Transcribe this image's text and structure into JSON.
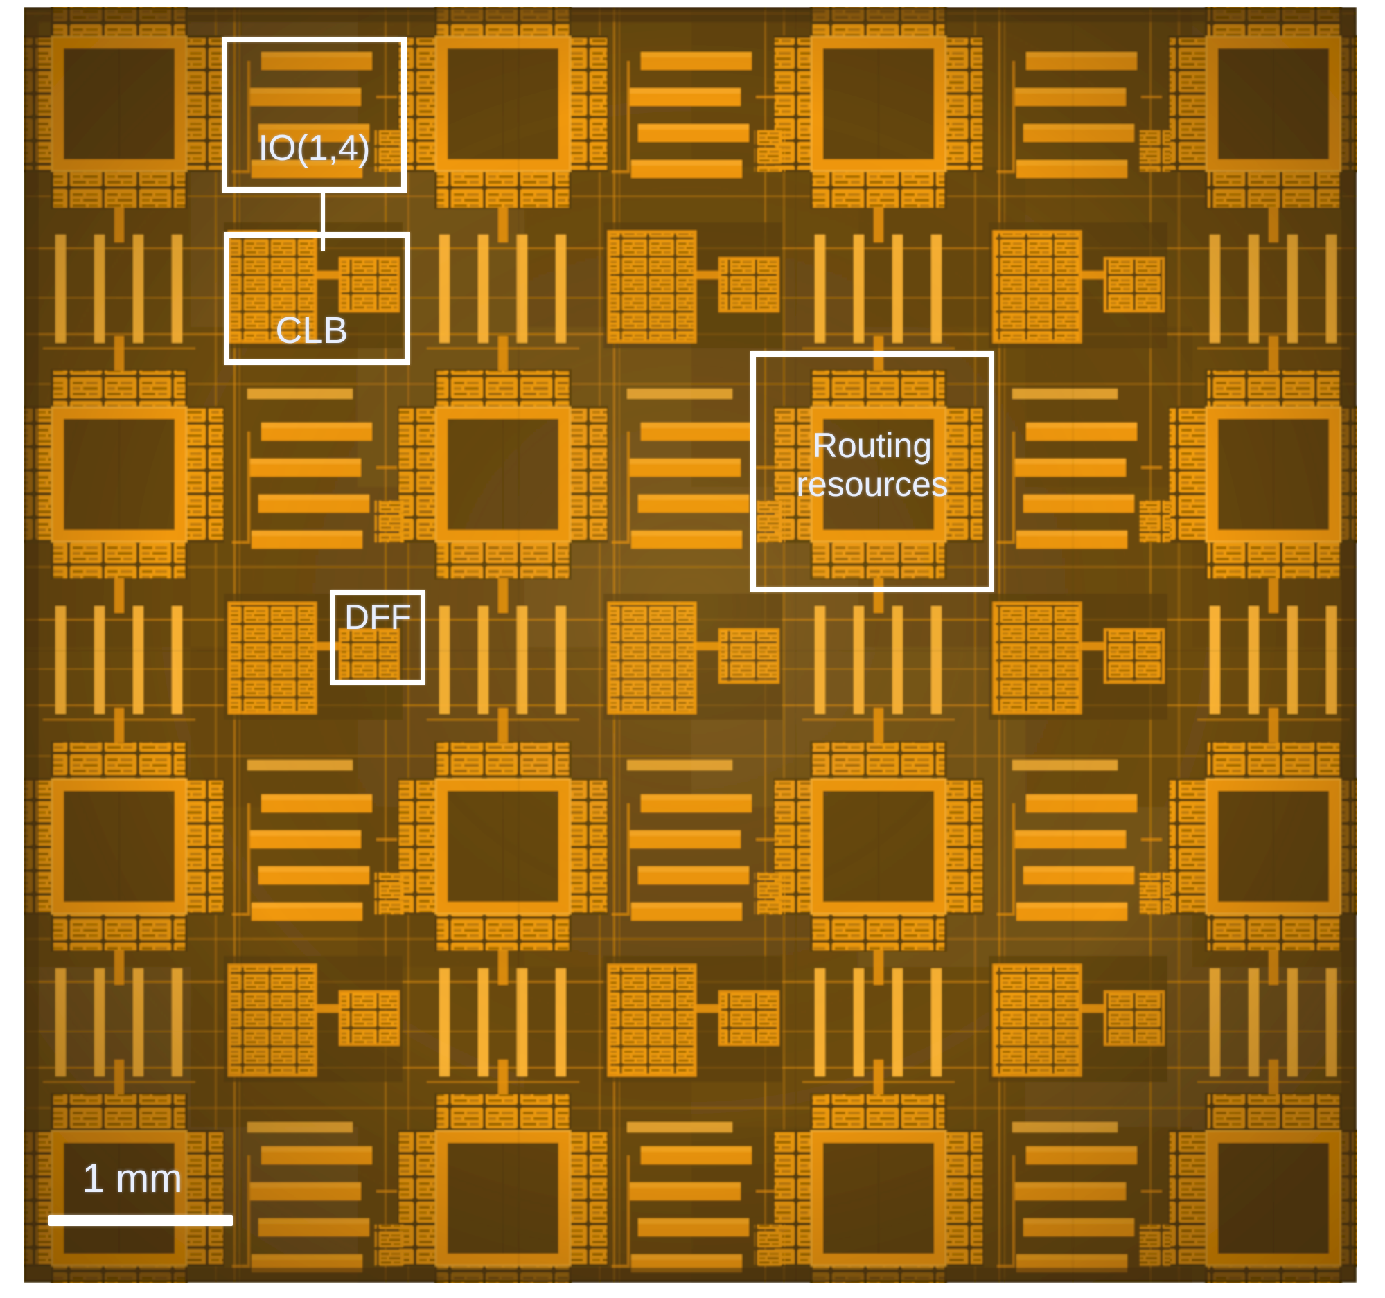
{
  "figure": {
    "annotations": {
      "io": {
        "label": "IO(1,4)"
      },
      "clb": {
        "label": "CLB"
      },
      "routing": {
        "line1": "Routing",
        "line2": "resources"
      },
      "dff": {
        "label": "DFF"
      }
    },
    "scale_bar": {
      "label": "1 mm"
    }
  },
  "colors": {
    "page_bg": "#ffffff",
    "die_base": "#6d4c12",
    "die_dark": "#5d420e",
    "die_edge": "#45300a",
    "orange": "#f0980a",
    "orange_bright": "#ffb637",
    "cell_fill": "#ef9b10",
    "cell_mark": "#a66c06",
    "cell_mark2": "#c07d08",
    "trace": "#e8920a",
    "annotation_white": "#ffffff",
    "label_text": "#e8eefc"
  }
}
